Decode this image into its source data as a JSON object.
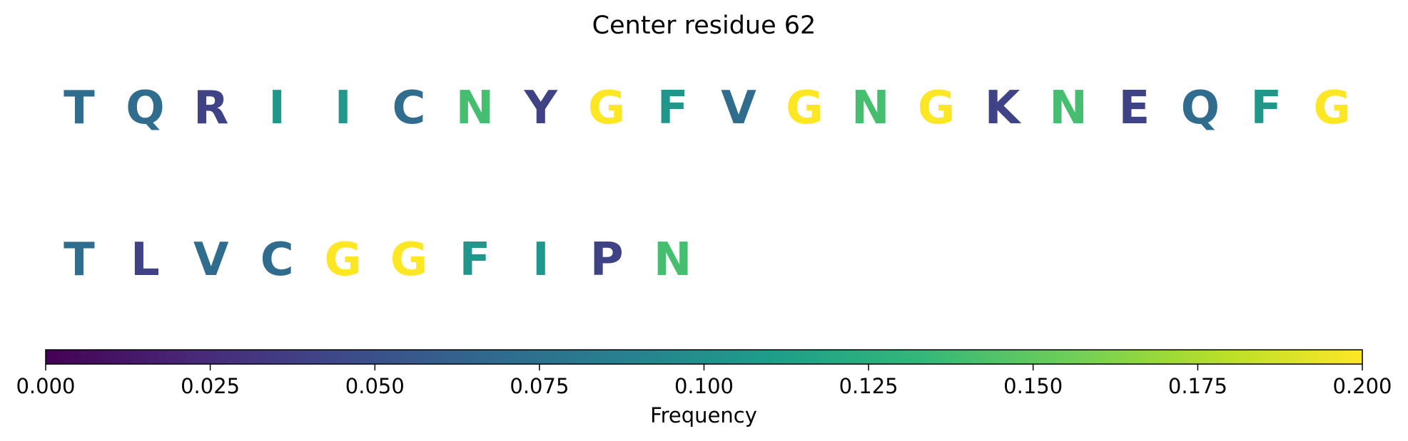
{
  "chart_data": {
    "type": "table",
    "title": "Center residue 62",
    "rows": [
      {
        "residues": [
          {
            "letter": "T",
            "frequency": 0.07
          },
          {
            "letter": "Q",
            "frequency": 0.07
          },
          {
            "letter": "R",
            "frequency": 0.04
          },
          {
            "letter": "I",
            "frequency": 0.105
          },
          {
            "letter": "I",
            "frequency": 0.105
          },
          {
            "letter": "C",
            "frequency": 0.07
          },
          {
            "letter": "N",
            "frequency": 0.14
          },
          {
            "letter": "Y",
            "frequency": 0.04
          },
          {
            "letter": "G",
            "frequency": 0.2
          },
          {
            "letter": "F",
            "frequency": 0.105
          },
          {
            "letter": "V",
            "frequency": 0.07
          },
          {
            "letter": "G",
            "frequency": 0.2
          },
          {
            "letter": "N",
            "frequency": 0.14
          },
          {
            "letter": "G",
            "frequency": 0.2
          },
          {
            "letter": "K",
            "frequency": 0.04
          },
          {
            "letter": "N",
            "frequency": 0.14
          },
          {
            "letter": "E",
            "frequency": 0.04
          },
          {
            "letter": "Q",
            "frequency": 0.07
          },
          {
            "letter": "F",
            "frequency": 0.105
          },
          {
            "letter": "G",
            "frequency": 0.2
          }
        ]
      },
      {
        "residues": [
          {
            "letter": "T",
            "frequency": 0.07
          },
          {
            "letter": "L",
            "frequency": 0.04
          },
          {
            "letter": "V",
            "frequency": 0.07
          },
          {
            "letter": "C",
            "frequency": 0.07
          },
          {
            "letter": "G",
            "frequency": 0.2
          },
          {
            "letter": "G",
            "frequency": 0.2
          },
          {
            "letter": "F",
            "frequency": 0.105
          },
          {
            "letter": "I",
            "frequency": 0.105
          },
          {
            "letter": "P",
            "frequency": 0.04
          },
          {
            "letter": "N",
            "frequency": 0.14
          }
        ]
      }
    ],
    "colorbar": {
      "label": "Frequency",
      "range": [
        0,
        0.2
      ],
      "ticks": [
        0,
        0.025,
        0.05,
        0.075,
        0.1,
        0.125,
        0.15,
        0.175,
        0.2
      ],
      "tick_labels": [
        "0.000",
        "0.025",
        "0.050",
        "0.075",
        "0.100",
        "0.125",
        "0.150",
        "0.175",
        "0.200"
      ],
      "colormap": "viridis",
      "orientation": "horizontal",
      "placement": "bottom"
    },
    "colormap_stops": [
      "#440154",
      "#482878",
      "#3e4989",
      "#31688e",
      "#26828e",
      "#1f9e89",
      "#35b779",
      "#6ece58",
      "#b5de2b",
      "#fde725"
    ]
  }
}
